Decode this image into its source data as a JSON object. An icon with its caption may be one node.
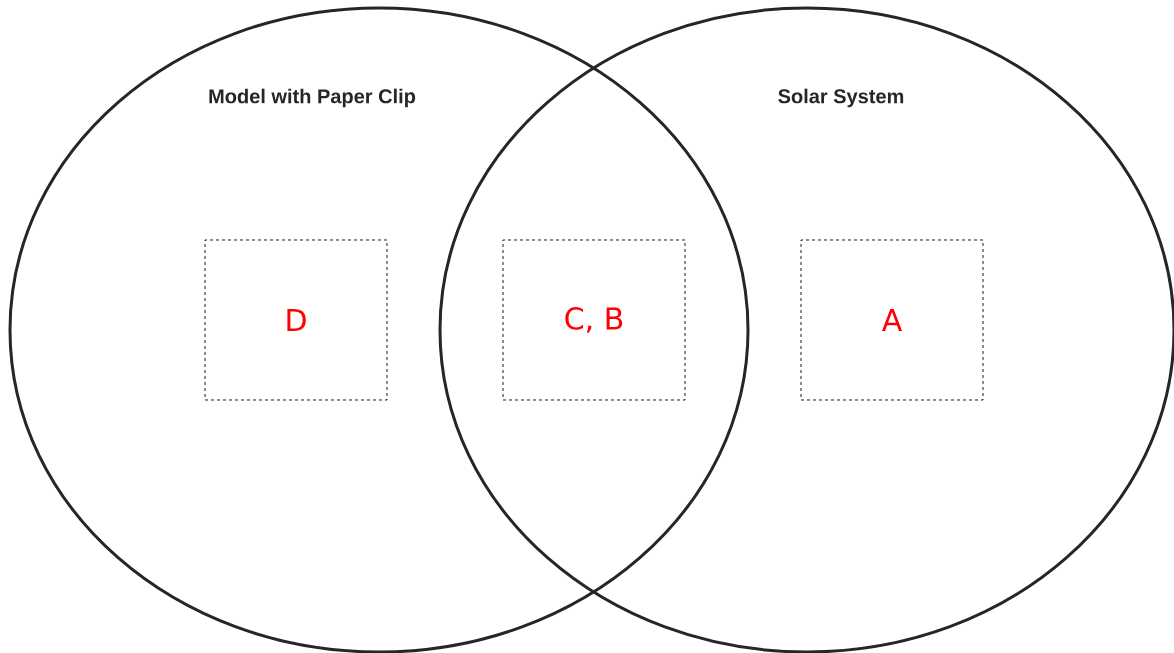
{
  "diagram": {
    "nodes": [
      {
        "text": [
          "Model with Paper Clip"
        ]
      },
      {
        "text": [
          "Solar System"
        ]
      },
      {
        "text": [
          "D"
        ],
        "in": 0
      },
      {
        "text": [
          "C, B"
        ]
      },
      {
        "text": [
          "A"
        ],
        "in": 1
      }
    ]
  }
}
